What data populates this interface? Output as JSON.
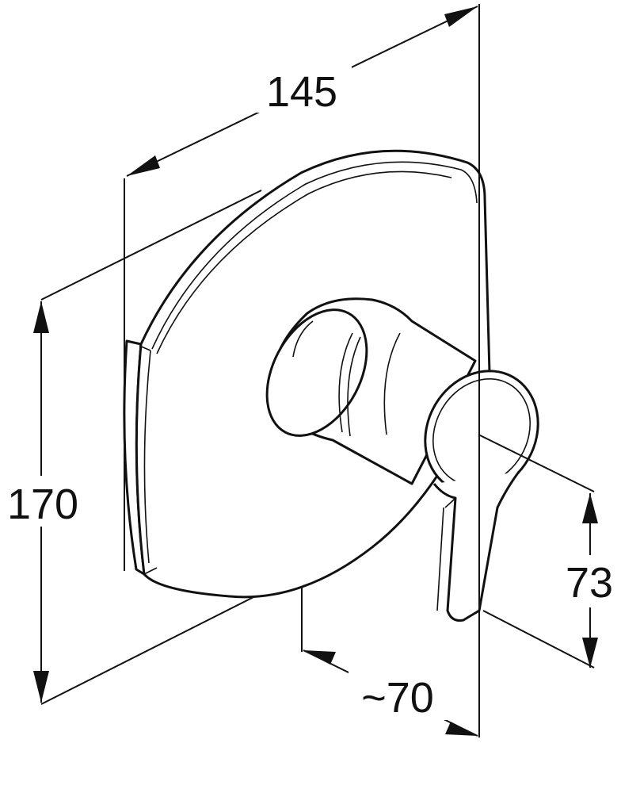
{
  "dimensions": {
    "width": "145",
    "height": "170",
    "projection": "~70",
    "lever_height": "73"
  }
}
